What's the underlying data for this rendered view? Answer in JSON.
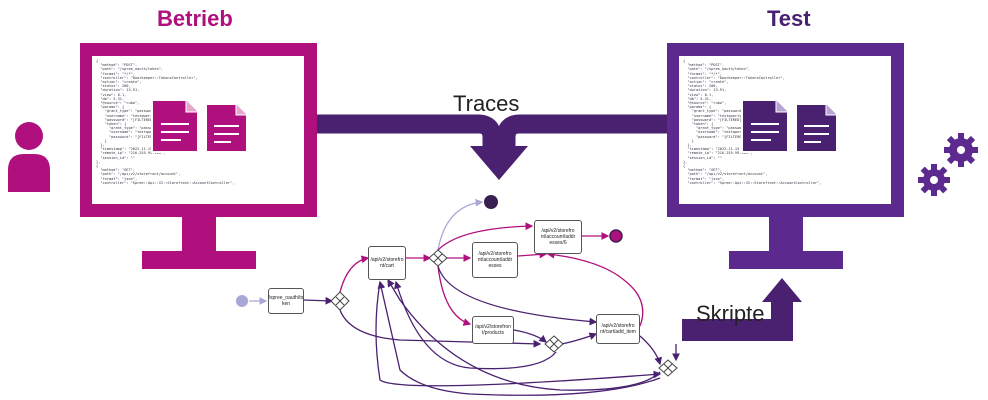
{
  "headings": {
    "left": "Betrieb",
    "right": "Test"
  },
  "labels": {
    "traces": "Traces",
    "scripts": "Skripte"
  },
  "colors": {
    "magenta": "#b0107e",
    "purple": "#5c2a8e",
    "dark_purple": "#4a2170",
    "lavender": "#a9a7d6"
  },
  "icons": {
    "person": "person-icon",
    "gears": "gears-icon",
    "documents": "document-icon"
  },
  "code_log": "{\n  \"method\": \"POST\",\n  \"path\": \"/spree_oauth/token\",\n  \"format\": \"*/*\",\n  \"controller\": \"Doorkeeper::TokensController\",\n  \"action\": \"create\",\n  \"status\": 200,\n  \"duration\": 13.91,\n  \"view\": 0.1,\n  \"db\": 5.31,\n  \"@source\": \"rubo\",\n  \"params\": {\n    \"grant_type\": \"password\",\n    \"username\": \"testqwerty\",\n    \"password\": \"[FILTERED]\",\n    \"token\": {\n      \"grant_type\": \"password\",\n      \"username\": \"testqwerty\",\n      \"password\": \"[FILTERED]\"\n    }\n  },\n  \"timestamp\": \"2022-11-15 08:29:33 +0000\",\n  \"remote_ip\": \"216.255.99.183\",\n  \"session_id\": \"\"\n},\n{\n  \"method\": \"GET\",\n  \"path\": \"/api/v2/storefront/account\",\n  \"format\": \"json\",\n  \"controller\": \"Spree::Api::V2::Storefront::AccountController\",",
  "flow_nodes": {
    "token": "/spree_oauth/to\nken",
    "cart": "/api/v2/storefro\nnt/cart",
    "account_addresses": "/api/v2/storefro\nnt/account/addr\nesses",
    "account_addresses_id": "/api/v2/storefro\nnt/account/addr\nesses/6",
    "products": "/api/v2/storefron\nt/products",
    "add_item": "/api/v2/storefro\nnt/cart/add_item"
  }
}
